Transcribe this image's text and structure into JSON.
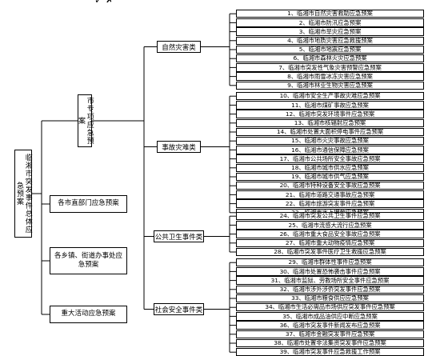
{
  "root": {
    "label": "临湘市突发事件总体应急预案"
  },
  "level1": [
    {
      "key": "special",
      "label": "市专项应急预案"
    },
    {
      "key": "dept",
      "label": "各市直部门应急预案"
    },
    {
      "key": "town",
      "label": "各乡镇、街道办事处应急预案"
    },
    {
      "key": "event",
      "label": "重大活动应急预案"
    }
  ],
  "categories": [
    {
      "label": "自然灾害类",
      "items": [
        "1、临湘市自然灾害救助应急预案",
        "2、临湘市防汛应急预案",
        "3、临湘市旱灾应急预案",
        "4、临湘市地质灾害应急救援预案",
        "5、临湘市地震应急预案",
        "6、临湘市森林火灾应急预案",
        "7、临湘市突发性气象灾害预警应急预案",
        "8、临湘市雨雪冰冻灾害应急预案",
        "9、临湘市林业生物灾害应急预案"
      ]
    },
    {
      "label": "事故灾难类",
      "items": [
        "10、临湘市安全生产事故灾难应急预案",
        "11、临湘市煤矿事故应急预案",
        "12、临湘市突发环境事件应急预案",
        "13、临湘市核辐射应急预案",
        "14、临湘市处置大面积停电事件应急预案",
        "15、临湘市火灾事故应急预案",
        "16、临湘市通信保障应急预案",
        "17、临湘市公共场所安全事故应急预案",
        "18、临湘市城市供水应急预案",
        "19、临湘市城市供气应急预案",
        "20、临湘市特种设备安全事故应急预案",
        "21、临湘市道路交通事故应急预案",
        "22、临湘市旅游突发事件应急预案",
        "23、临湘市水上搜救应急预案"
      ]
    },
    {
      "label": "公共卫生事件类",
      "items": [
        "24、临湘市突发公共卫生事件应急预案",
        "25、临湘市流感大流行应急预案",
        "26、临湘市重大食品安全事故应急预案",
        "27、临湘市重大动物疫情应急预案",
        "28、临湘市突发事件医疗卫生救援应急预案"
      ]
    },
    {
      "label": "社会安全事件类",
      "items": [
        "29、临湘市群体性事件应急预案",
        "30、临湘市处置恐怖袭击事件应急预案",
        "31、临湘市监狱、劳教场所安全事件应急预案",
        "32、临湘市涉外涉侨突发事件应急预案",
        "33、临湘市粮食供应应急预案",
        "34、临湘市生活必需品市场供应突发事件应急预案",
        "35、临湘市成品油供应中断应急预案",
        "36、临湘市突发事件新闻发布应急预案",
        "37、临湘市金融突发事件应急预案",
        "38、临湘市处置非法集资突发事件应急预案",
        "39、临湘市突发事件应急救援工作预案"
      ]
    }
  ]
}
